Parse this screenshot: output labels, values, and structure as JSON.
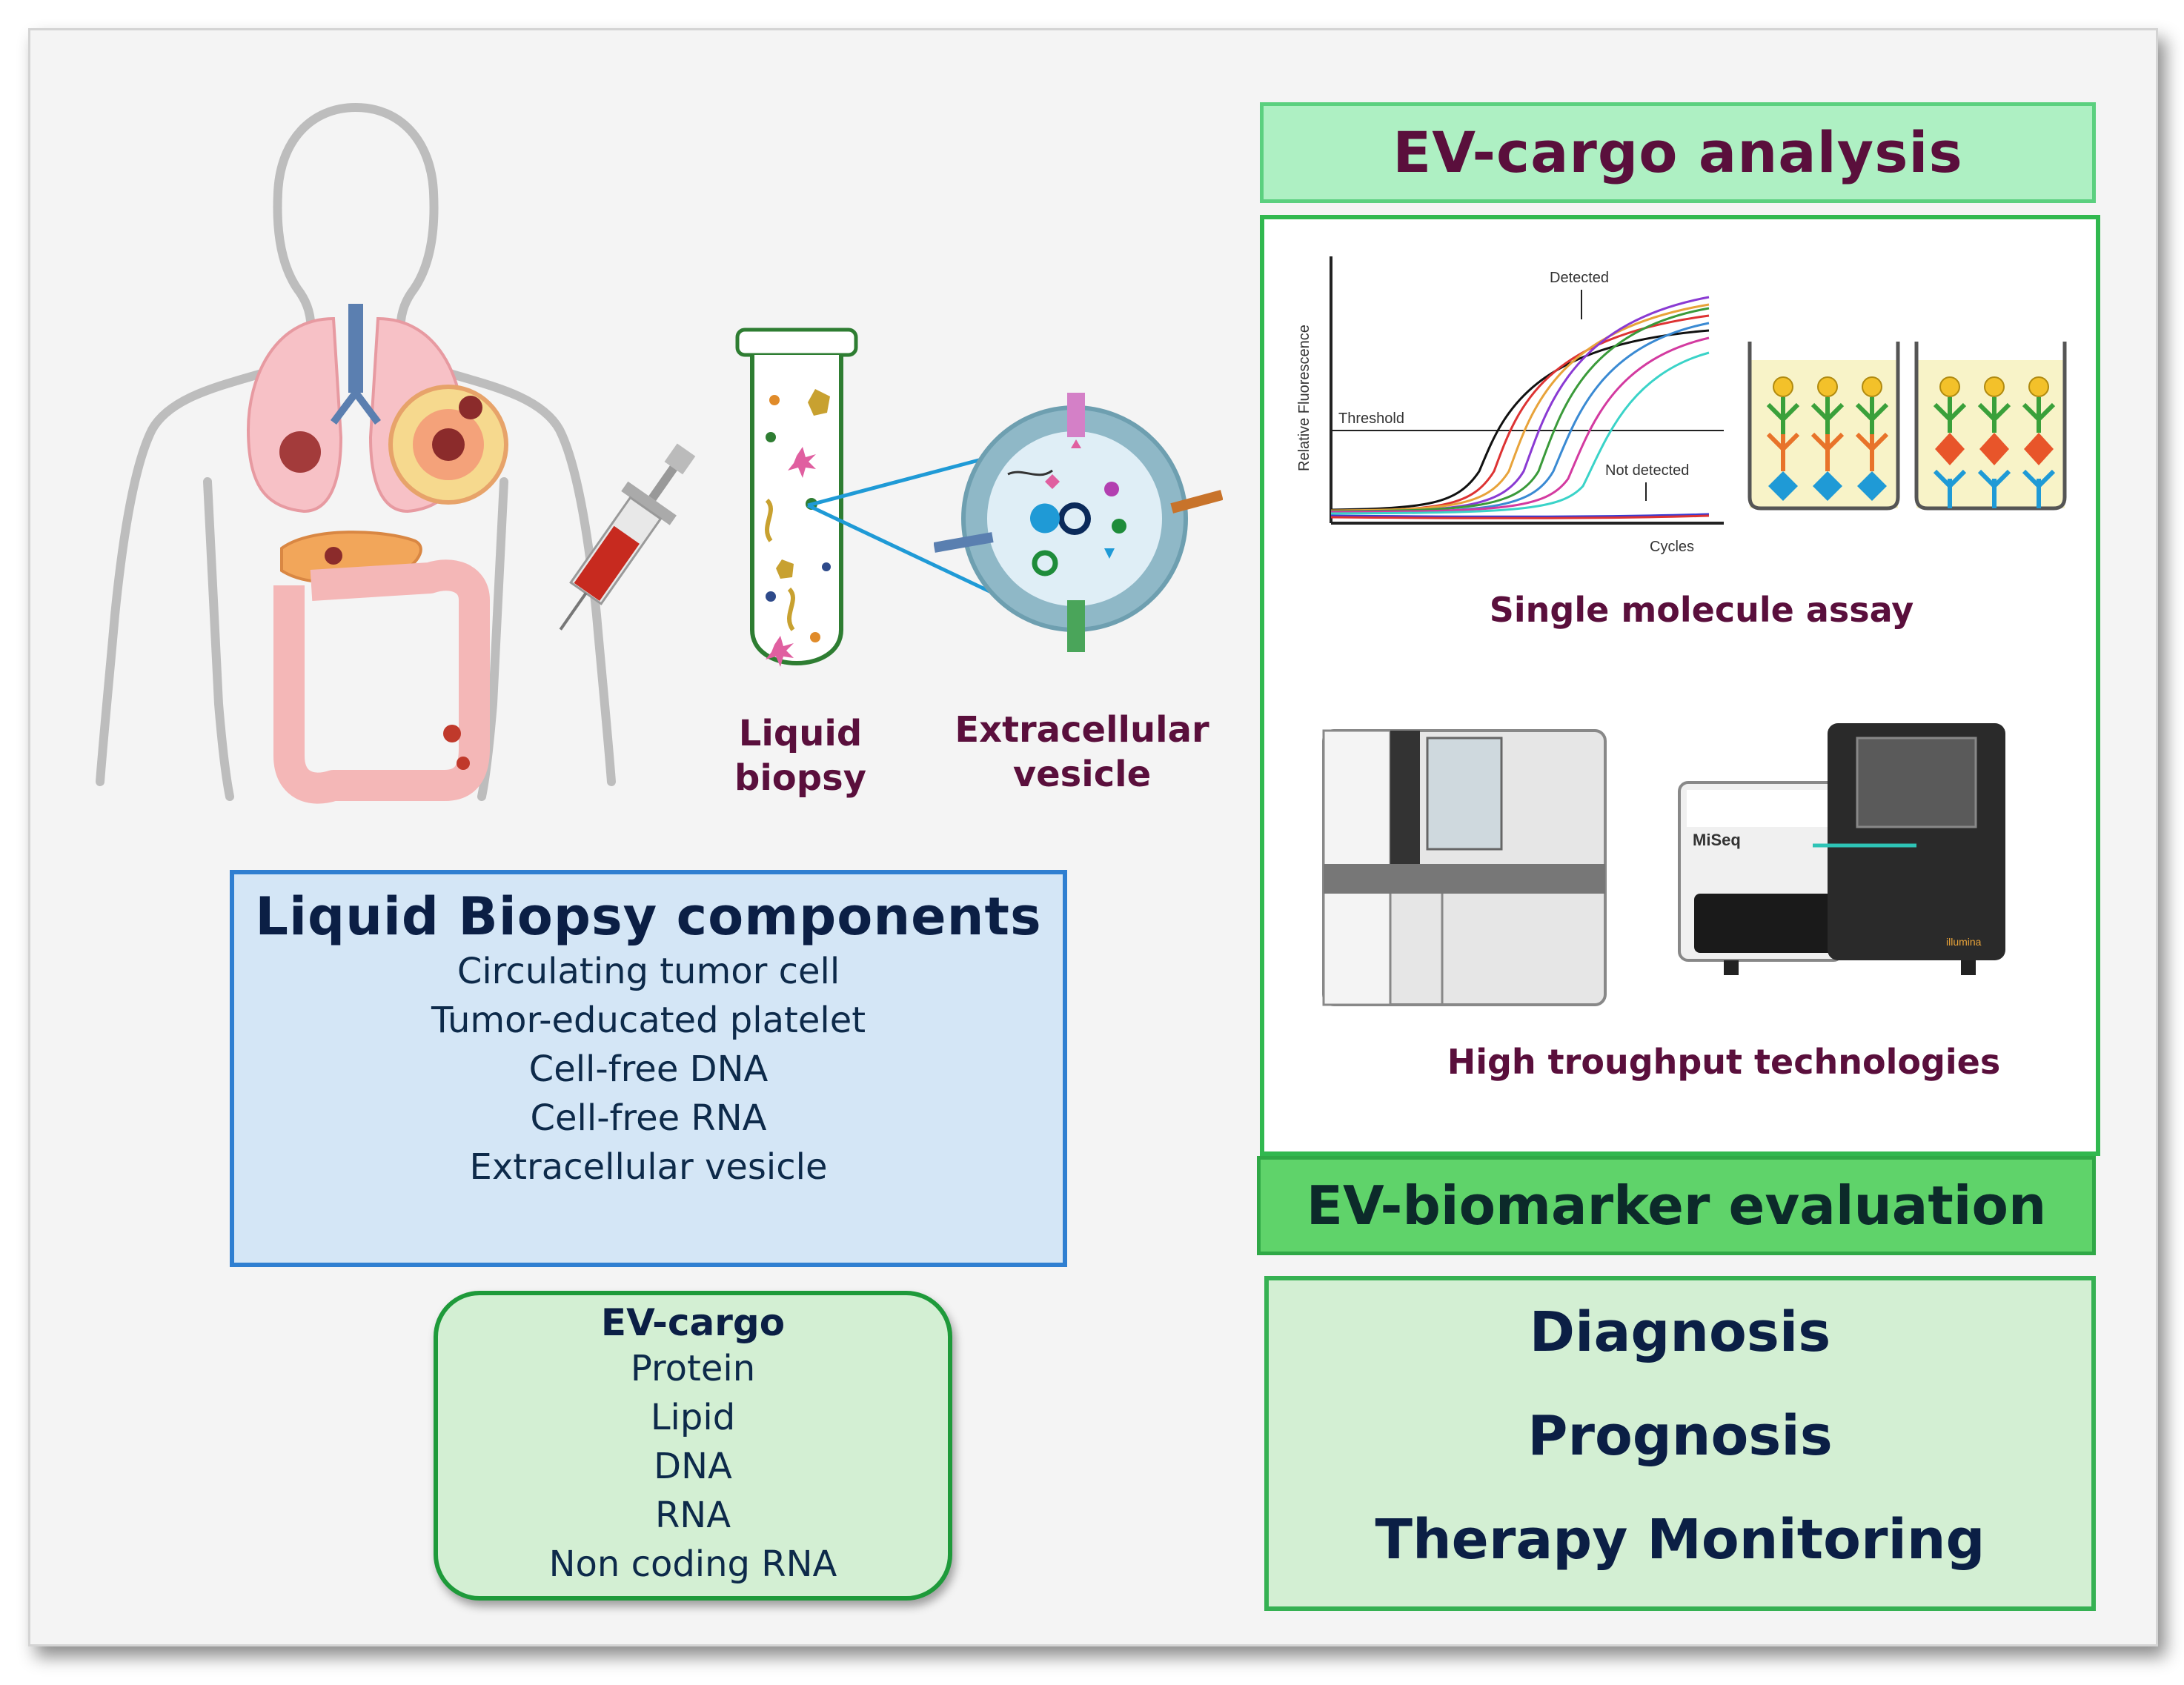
{
  "labels": {
    "liquid_biopsy_line1": "Liquid",
    "liquid_biopsy_line2": "biopsy",
    "ev_line1": "Extracellular",
    "ev_line2": "vesicle"
  },
  "liquid_biopsy_components": {
    "title": "Liquid Biopsy components",
    "items": [
      "Circulating tumor cell",
      "Tumor-educated platelet",
      "Cell-free DNA",
      "Cell-free RNA",
      "Extracellular vesicle"
    ]
  },
  "ev_cargo": {
    "title": "EV-cargo",
    "items": [
      "Protein",
      "Lipid",
      "DNA",
      "RNA",
      "Non coding RNA"
    ]
  },
  "analysis": {
    "header": "EV-cargo analysis",
    "qpcr": {
      "y_label": "Relative Fluorescence",
      "x_label": "Cycles",
      "threshold": "Threshold",
      "detected": "Detected",
      "not_detected": "Not detected"
    },
    "single_molecule_label": "Single molecule assay",
    "instrument_badge": "MiSeq",
    "instrument_brand": "illumina",
    "high_throughput_label": "High troughput technologies"
  },
  "evaluation": {
    "header": "EV-biomarker evaluation",
    "items": [
      "Diagnosis",
      "Prognosis",
      "Therapy Monitoring"
    ]
  },
  "colors": {
    "lb_box_fill": "#d4e6f6",
    "lb_box_border": "#2f7fd1",
    "ev_box_fill": "#d3efd3",
    "header_fill": "#aef0c3",
    "evaluation_fill": "#5fd36a",
    "maroon_text": "#5a0f3c"
  }
}
